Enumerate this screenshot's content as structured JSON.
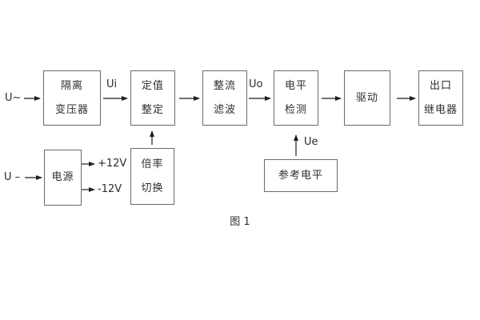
{
  "figure": {
    "caption": "图 1",
    "colors": {
      "background": "#ffffff",
      "box_border": "#6b6b6b",
      "text": "#2e2e2e",
      "arrow": "#1f1f1f"
    }
  },
  "blocks": [
    {
      "id": "isolation-transformer",
      "lines": [
        "隔离",
        "变压器"
      ]
    },
    {
      "id": "setting-adjustment",
      "lines": [
        "定值",
        "整定"
      ]
    },
    {
      "id": "rectifier-filter",
      "lines": [
        "整流",
        "滤波"
      ]
    },
    {
      "id": "level-detection",
      "lines": [
        "电平",
        "检测"
      ]
    },
    {
      "id": "driver",
      "lines": [
        "驱动"
      ]
    },
    {
      "id": "output-relay",
      "lines": [
        "出口",
        "继电器"
      ]
    },
    {
      "id": "power-supply",
      "lines": [
        "电源"
      ]
    },
    {
      "id": "ratio-switching",
      "lines": [
        "倍率",
        "切换"
      ]
    },
    {
      "id": "reference-level",
      "lines": [
        "参考电平"
      ]
    }
  ],
  "labels": {
    "ac_input": "U~",
    "dc_input": "U –",
    "ui": "Ui",
    "uo": "Uo",
    "ue": "Ue",
    "plus12v": "+12V",
    "minus12v": "-12V"
  }
}
